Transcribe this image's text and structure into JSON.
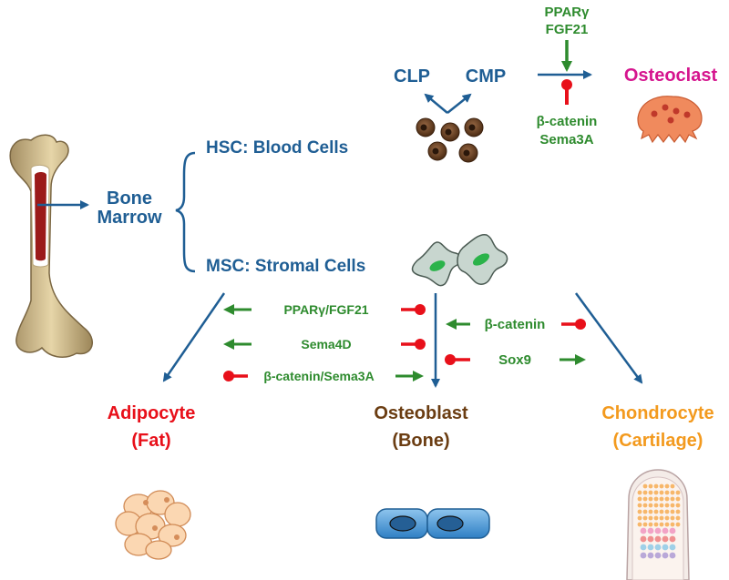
{
  "colors": {
    "blue": "#1f5e94",
    "green": "#2e8b2e",
    "red": "#e8101a",
    "brown": "#6b3d12",
    "orange": "#f39a1e",
    "magenta": "#d5158e"
  },
  "icons": [
    "femur-bone-icon",
    "hematopoietic-cells-icon",
    "osteoclast-cell-icon",
    "stromal-cells-icon",
    "adipocyte-cluster-icon",
    "osteoblast-cells-icon",
    "growth-plate-cartilage-icon"
  ],
  "bone_marrow": {
    "line1": "Bone",
    "line2": "Marrow"
  },
  "hsc": {
    "label": "HSC: Blood Cells"
  },
  "msc": {
    "label": "MSC: Stromal Cells"
  },
  "progenitors": {
    "clp": "CLP",
    "cmp": "CMP"
  },
  "osteoclast": {
    "label": "Osteoclast",
    "activators": [
      "PPARγ",
      "FGF21"
    ],
    "inhibitors": [
      "β-catenin",
      "Sema3A"
    ]
  },
  "adipo_osteo_regulators": {
    "row1": "PPARγ/FGF21",
    "row2": "Sema4D",
    "row3": "β-catenin/Sema3A"
  },
  "osteo_chondro_regulators": {
    "row1": "β-catenin",
    "row2": "Sox9"
  },
  "fates": {
    "adipocyte": {
      "name": "Adipocyte",
      "tissue": "(Fat)"
    },
    "osteoblast": {
      "name": "Osteoblast",
      "tissue": "(Bone)"
    },
    "chondrocyte": {
      "name": "Chondrocyte",
      "tissue": "(Cartilage)"
    }
  }
}
